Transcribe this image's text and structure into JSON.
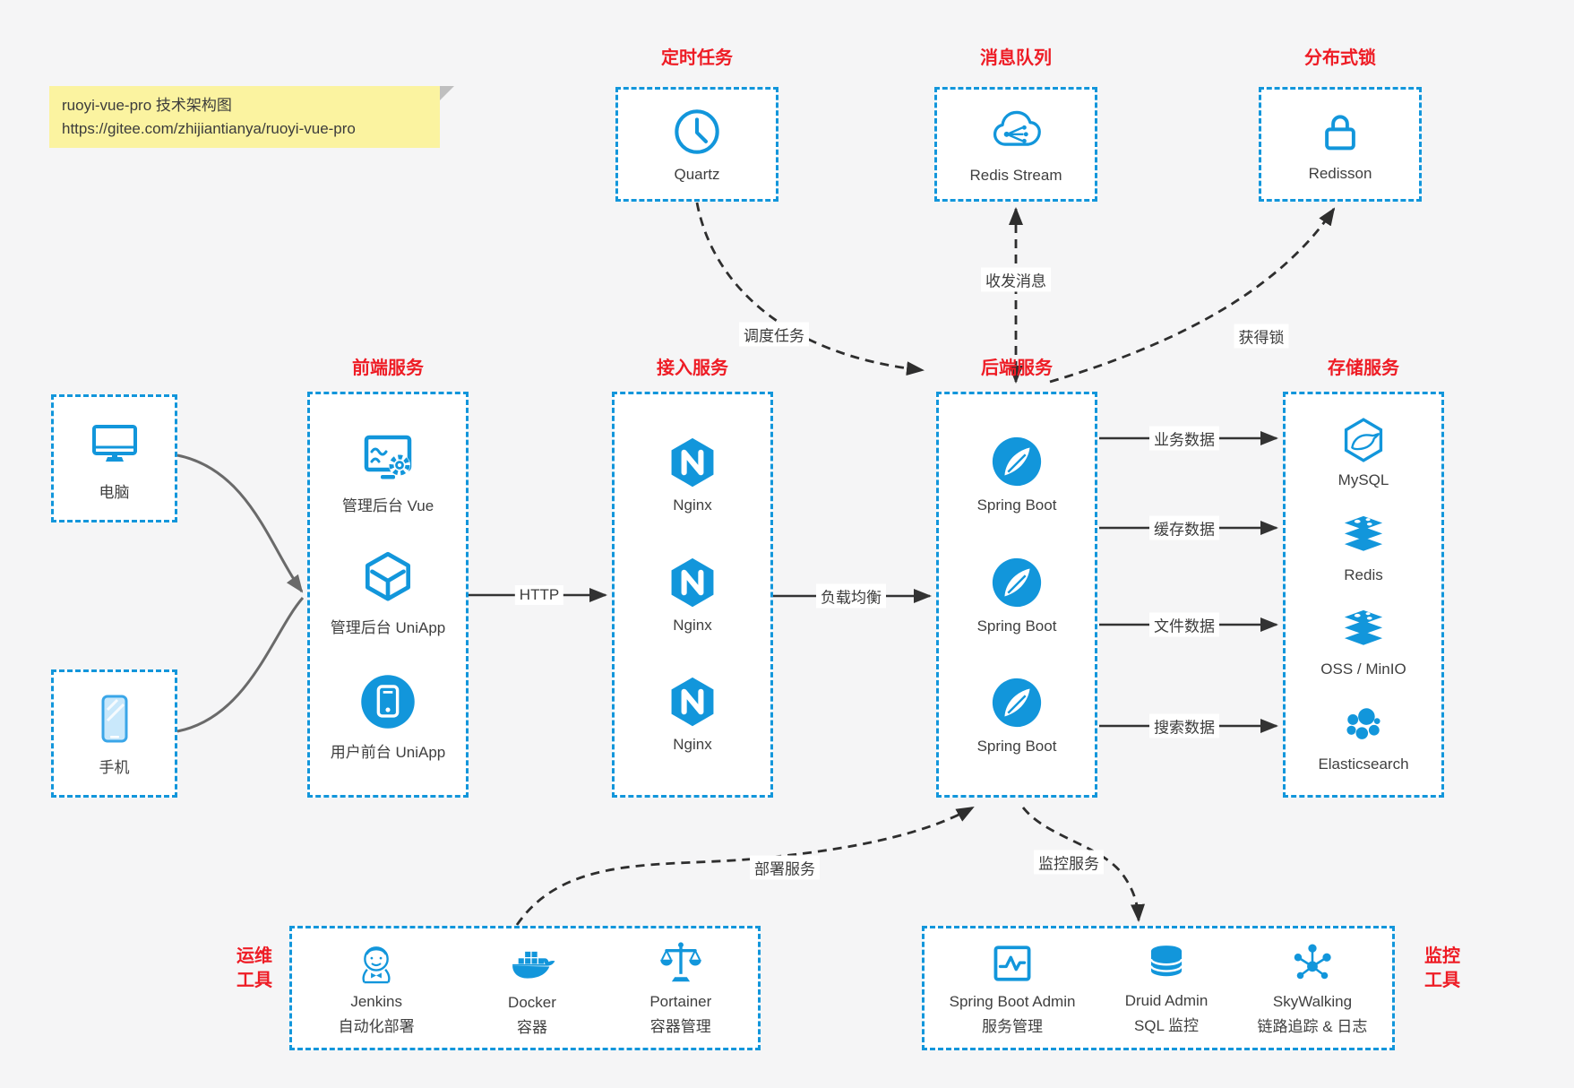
{
  "note": {
    "line1": "ruoyi-vue-pro 技术架构图",
    "line2": "https://gitee.com/zhijiantianya/ruoyi-vue-pro"
  },
  "top_services": [
    {
      "title": "定时任务",
      "label": "Quartz",
      "icon": "clock-icon"
    },
    {
      "title": "消息队列",
      "label": "Redis Stream",
      "icon": "cloud-network-icon"
    },
    {
      "title": "分布式锁",
      "label": "Redisson",
      "icon": "lock-icon"
    }
  ],
  "clients": [
    {
      "label": "电脑",
      "icon": "desktop-icon"
    },
    {
      "label": "手机",
      "icon": "phone-icon"
    }
  ],
  "columns": [
    {
      "title": "前端服务",
      "items": [
        {
          "label": "管理后台 Vue",
          "icon": "admin-vue-icon"
        },
        {
          "label": "管理后台 UniApp",
          "icon": "uniapp-cube-icon"
        },
        {
          "label": "用户前台 UniApp",
          "icon": "user-app-icon"
        }
      ]
    },
    {
      "title": "接入服务",
      "items": [
        {
          "label": "Nginx",
          "icon": "nginx-icon"
        },
        {
          "label": "Nginx",
          "icon": "nginx-icon"
        },
        {
          "label": "Nginx",
          "icon": "nginx-icon"
        }
      ]
    },
    {
      "title": "后端服务",
      "items": [
        {
          "label": "Spring Boot",
          "icon": "spring-icon"
        },
        {
          "label": "Spring Boot",
          "icon": "spring-icon"
        },
        {
          "label": "Spring Boot",
          "icon": "spring-icon"
        }
      ]
    },
    {
      "title": "存储服务",
      "items": [
        {
          "label": "MySQL",
          "icon": "mysql-icon"
        },
        {
          "label": "Redis",
          "icon": "redis-stack-icon"
        },
        {
          "label": "OSS / MinIO",
          "icon": "storage-stack-icon"
        },
        {
          "label": "Elasticsearch",
          "icon": "elasticsearch-icon"
        }
      ]
    }
  ],
  "tool_groups": [
    {
      "title_lines": [
        "运维",
        "工具"
      ],
      "items": [
        {
          "name": "Jenkins",
          "desc": "自动化部署",
          "icon": "jenkins-icon"
        },
        {
          "name": "Docker",
          "desc": "容器",
          "icon": "docker-icon"
        },
        {
          "name": "Portainer",
          "desc": "容器管理",
          "icon": "portainer-icon"
        }
      ]
    },
    {
      "title_lines": [
        "监控",
        "工具"
      ],
      "items": [
        {
          "name": "Spring Boot Admin",
          "desc": "服务管理",
          "icon": "spring-boot-admin-icon"
        },
        {
          "name": "Druid Admin",
          "desc": "SQL 监控",
          "icon": "druid-database-icon"
        },
        {
          "name": "SkyWalking",
          "desc": "链路追踪 & 日志",
          "icon": "skywalking-icon"
        }
      ]
    }
  ],
  "edges": {
    "http": "HTTP",
    "load_balance": "负载均衡",
    "schedule_task": "调度任务",
    "send_receive_message": "收发消息",
    "acquire_lock": "获得锁",
    "business_data": "业务数据",
    "cache_data": "缓存数据",
    "file_data": "文件数据",
    "search_data": "搜索数据",
    "deploy_service": "部署服务",
    "monitor_service": "监控服务"
  },
  "colors": {
    "accent_blue": "#1296db",
    "title_red": "#ee1c25",
    "note_bg": "#fbf3a0",
    "canvas_bg": "#f5f5f6",
    "arrow_dark": "#333333"
  }
}
